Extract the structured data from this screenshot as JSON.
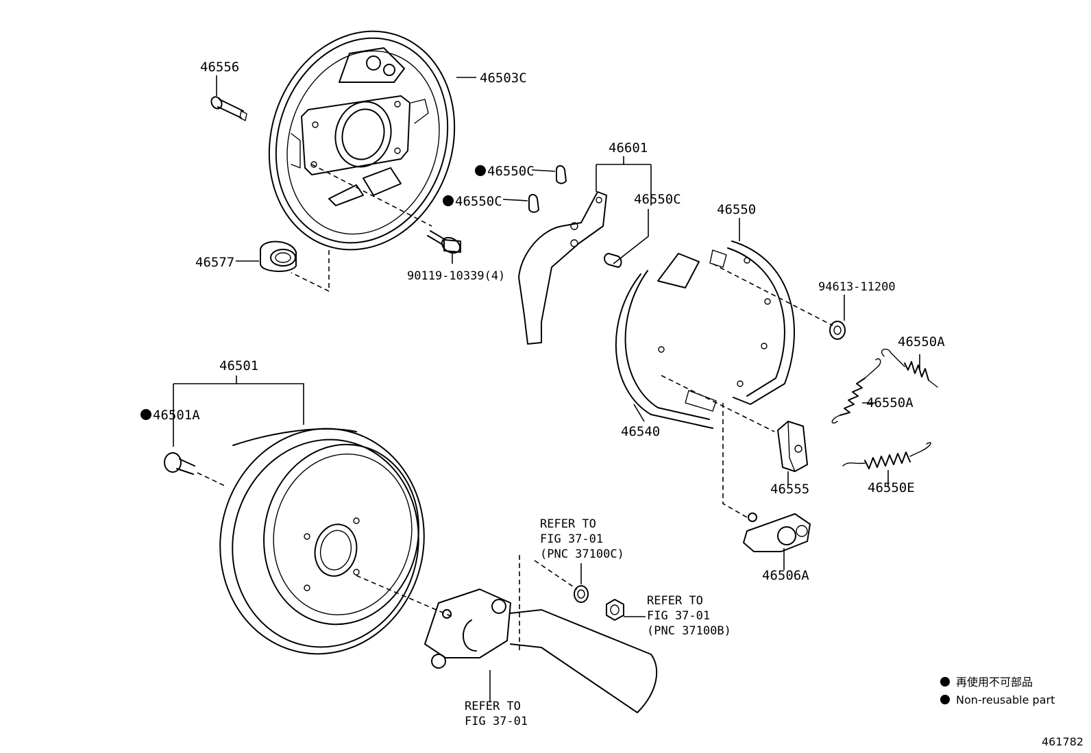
{
  "labels": {
    "p46556": "46556",
    "p46503C": "46503C",
    "p46577": "46577",
    "p90119": "90119-10339(4)",
    "p46550C_a": "46550C",
    "p46550C_b": "46550C",
    "p46601": "46601",
    "p46550C_c": "46550C",
    "p46550": "46550",
    "p94613": "94613-11200",
    "p46550A_a": "46550A",
    "p46550A_b": "46550A",
    "p46540": "46540",
    "p46555": "46555",
    "p46550E": "46550E",
    "p46506A": "46506A",
    "p46501": "46501",
    "p46501A": "46501A"
  },
  "refers": {
    "ref_c": [
      "REFER TO",
      "FIG 37-01",
      "(PNC 37100C)"
    ],
    "ref_b": [
      "REFER TO",
      "FIG 37-01",
      "(PNC 37100B)"
    ],
    "ref_bottom": [
      "REFER TO",
      "FIG 37-01"
    ]
  },
  "legend": {
    "jp": "再使用不可部品",
    "en": "Non-reusable part"
  },
  "figure_number": "461782"
}
